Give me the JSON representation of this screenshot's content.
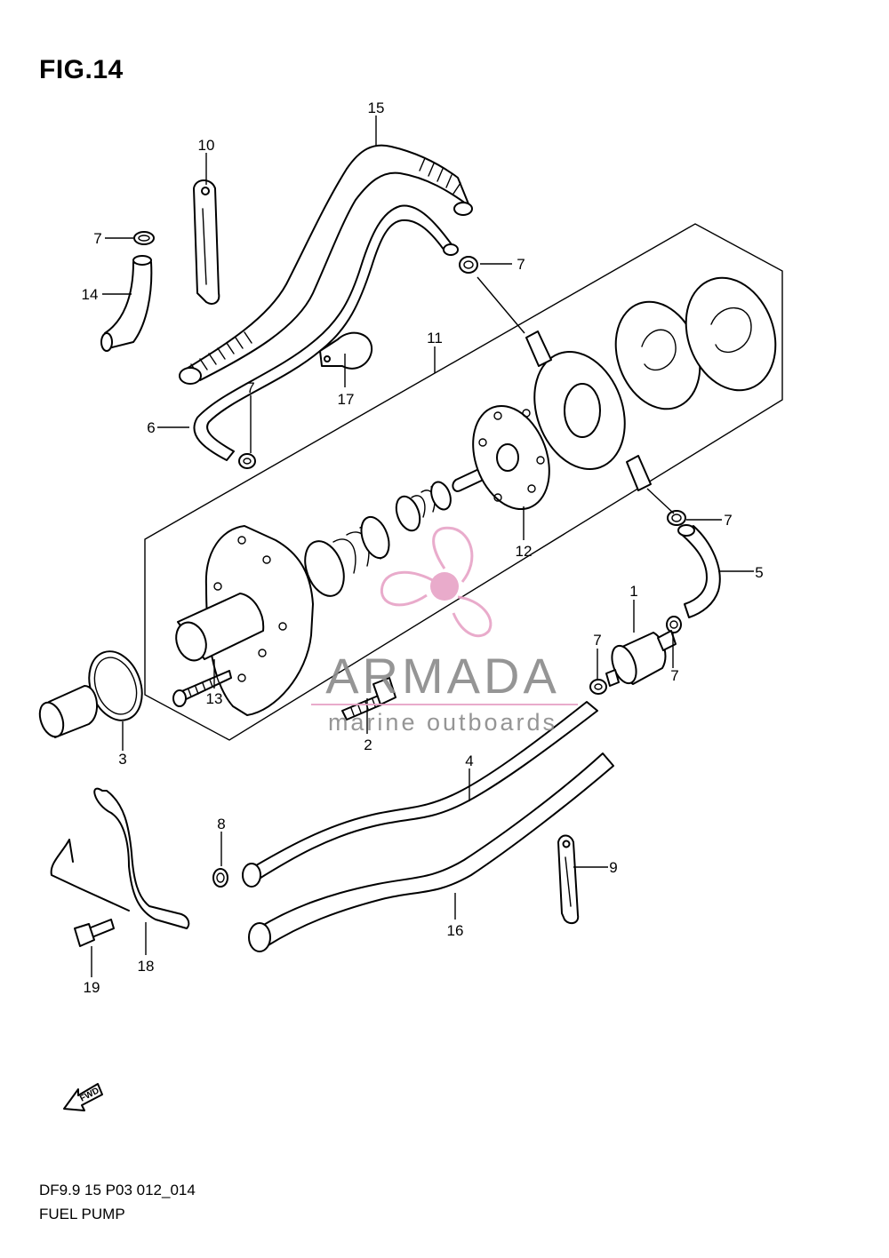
{
  "figure": {
    "title": "FIG.14"
  },
  "footer": {
    "model_code": "DF9.9 15 P03 012_014",
    "name": "FUEL PUMP"
  },
  "watermark": {
    "brand": "ARMADA",
    "tagline": "marine outboards",
    "accent_color": "#e7a3c6",
    "text_color": "#8a8a8a"
  },
  "fwd_arrow": {
    "label": "FWD"
  },
  "callouts": [
    {
      "id": "1",
      "label": "1"
    },
    {
      "id": "2",
      "label": "2"
    },
    {
      "id": "3",
      "label": "3"
    },
    {
      "id": "4",
      "label": "4"
    },
    {
      "id": "5",
      "label": "5"
    },
    {
      "id": "6",
      "label": "6"
    },
    {
      "id": "7a",
      "label": "7"
    },
    {
      "id": "7b",
      "label": "7"
    },
    {
      "id": "7c",
      "label": "7"
    },
    {
      "id": "7d",
      "label": "7"
    },
    {
      "id": "7e",
      "label": "7"
    },
    {
      "id": "7f",
      "label": "7"
    },
    {
      "id": "8",
      "label": "8"
    },
    {
      "id": "9",
      "label": "9"
    },
    {
      "id": "10",
      "label": "10"
    },
    {
      "id": "11",
      "label": "11"
    },
    {
      "id": "12",
      "label": "12"
    },
    {
      "id": "13",
      "label": "13"
    },
    {
      "id": "14",
      "label": "14"
    },
    {
      "id": "15",
      "label": "15"
    },
    {
      "id": "16",
      "label": "16"
    },
    {
      "id": "17",
      "label": "17"
    },
    {
      "id": "18",
      "label": "18"
    },
    {
      "id": "19",
      "label": "19"
    }
  ]
}
